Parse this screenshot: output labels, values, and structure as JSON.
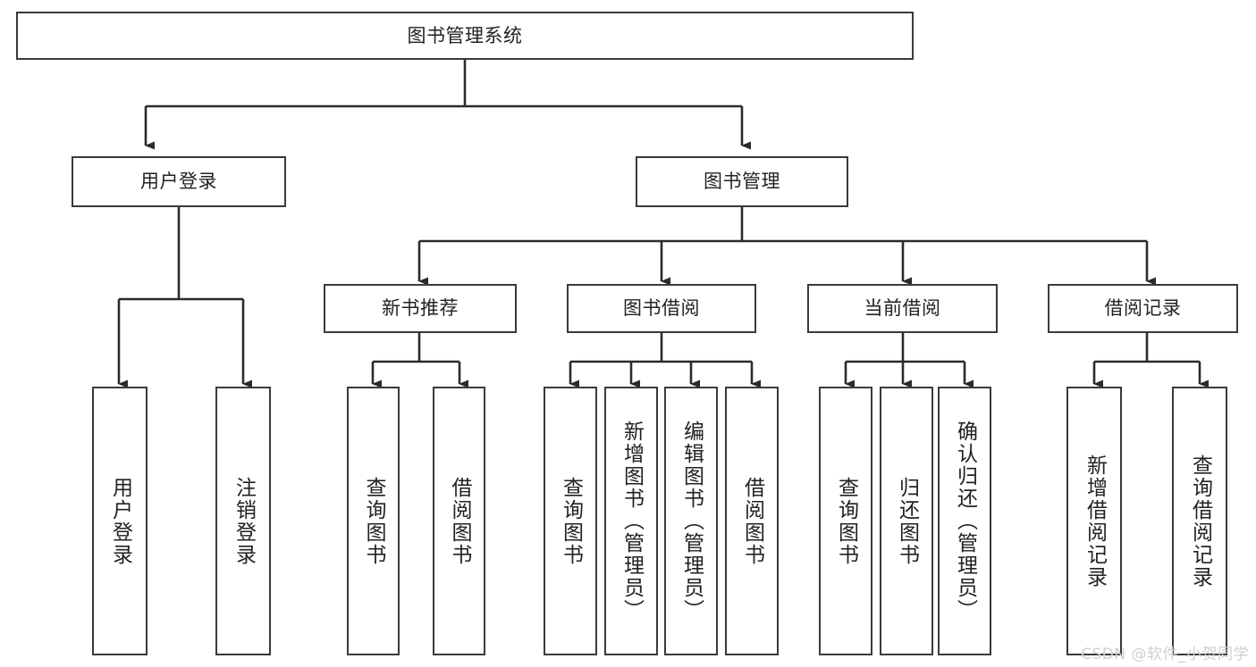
{
  "diagram": {
    "title": "图书管理系统",
    "watermark": "CSDN @软件_小贺同学",
    "colors": {
      "box_border": "#3a3a3a",
      "text": "#222222",
      "line": "#2b2b2b",
      "watermark": "#cfcfcf",
      "background": "#ffffff"
    },
    "levels": {
      "root": {
        "label": "图书管理系统"
      },
      "level1": [
        {
          "label": "用户登录"
        },
        {
          "label": "图书管理"
        }
      ],
      "level2": [
        {
          "label": "新书推荐"
        },
        {
          "label": "图书借阅"
        },
        {
          "label": "当前借阅"
        },
        {
          "label": "借阅记录"
        }
      ]
    },
    "leaves": {
      "user_login": [
        {
          "label": "用户登录"
        },
        {
          "label": "注销登录"
        }
      ],
      "new_book_recommend": [
        {
          "label": "查询图书"
        },
        {
          "label": "借阅图书"
        }
      ],
      "book_borrow": [
        {
          "label": "查询图书"
        },
        {
          "label": "新增图书（管理员）"
        },
        {
          "label": "编辑图书（管理员）"
        },
        {
          "label": "借阅图书"
        }
      ],
      "current_borrow": [
        {
          "label": "查询图书"
        },
        {
          "label": "归还图书"
        },
        {
          "label": "确认归还（管理员）"
        }
      ],
      "borrow_record": [
        {
          "label": "新增借阅记录"
        },
        {
          "label": "查询借阅记录"
        }
      ]
    }
  }
}
